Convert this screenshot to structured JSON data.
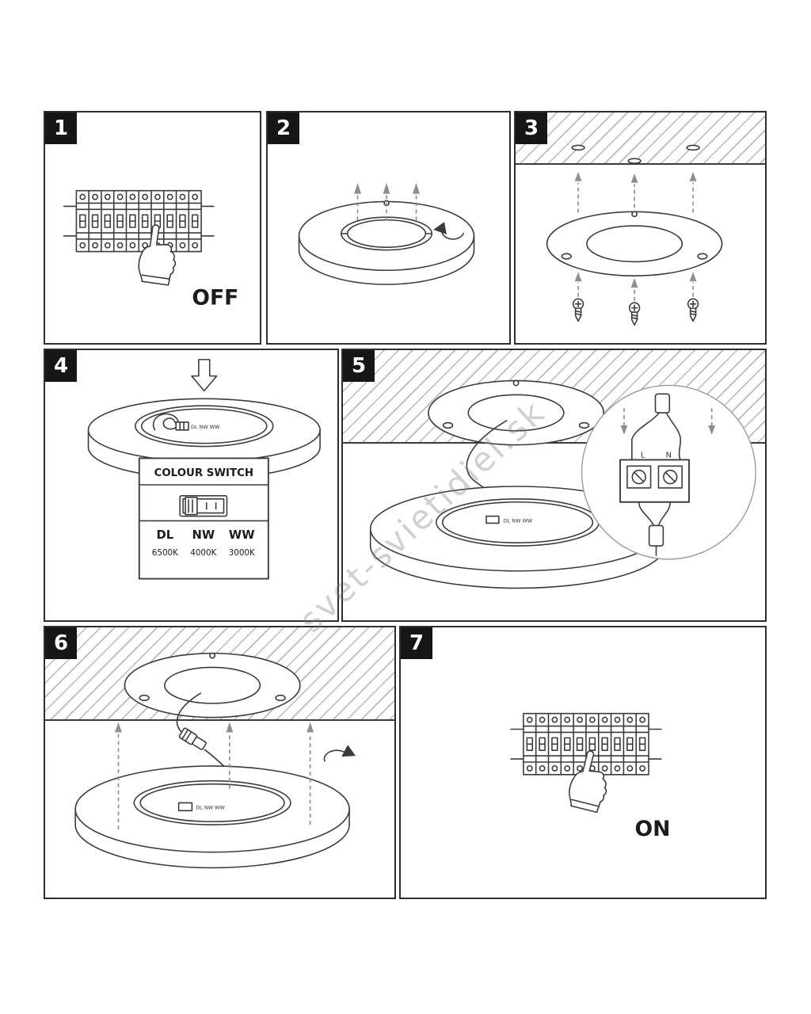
{
  "watermark": "svet-svietidiel.sk",
  "panels": {
    "p1": {
      "num": "1",
      "power_label": "OFF"
    },
    "p2": {
      "num": "2"
    },
    "p3": {
      "num": "3"
    },
    "p4": {
      "num": "4",
      "box_title": "COLOUR SWITCH",
      "connector_label": "DL NW WW",
      "options": {
        "o1": "DL",
        "o2": "NW",
        "o3": "WW"
      },
      "kelvins": {
        "k1": "6500K",
        "k2": "4000K",
        "k3": "3000K"
      }
    },
    "p5": {
      "num": "5",
      "connector_label": "DL NW WW",
      "terminal_live": "L",
      "terminal_neutral": "N"
    },
    "p6": {
      "num": "6",
      "connector_label": "DL NW WW"
    },
    "p7": {
      "num": "7",
      "power_label": "ON"
    }
  }
}
